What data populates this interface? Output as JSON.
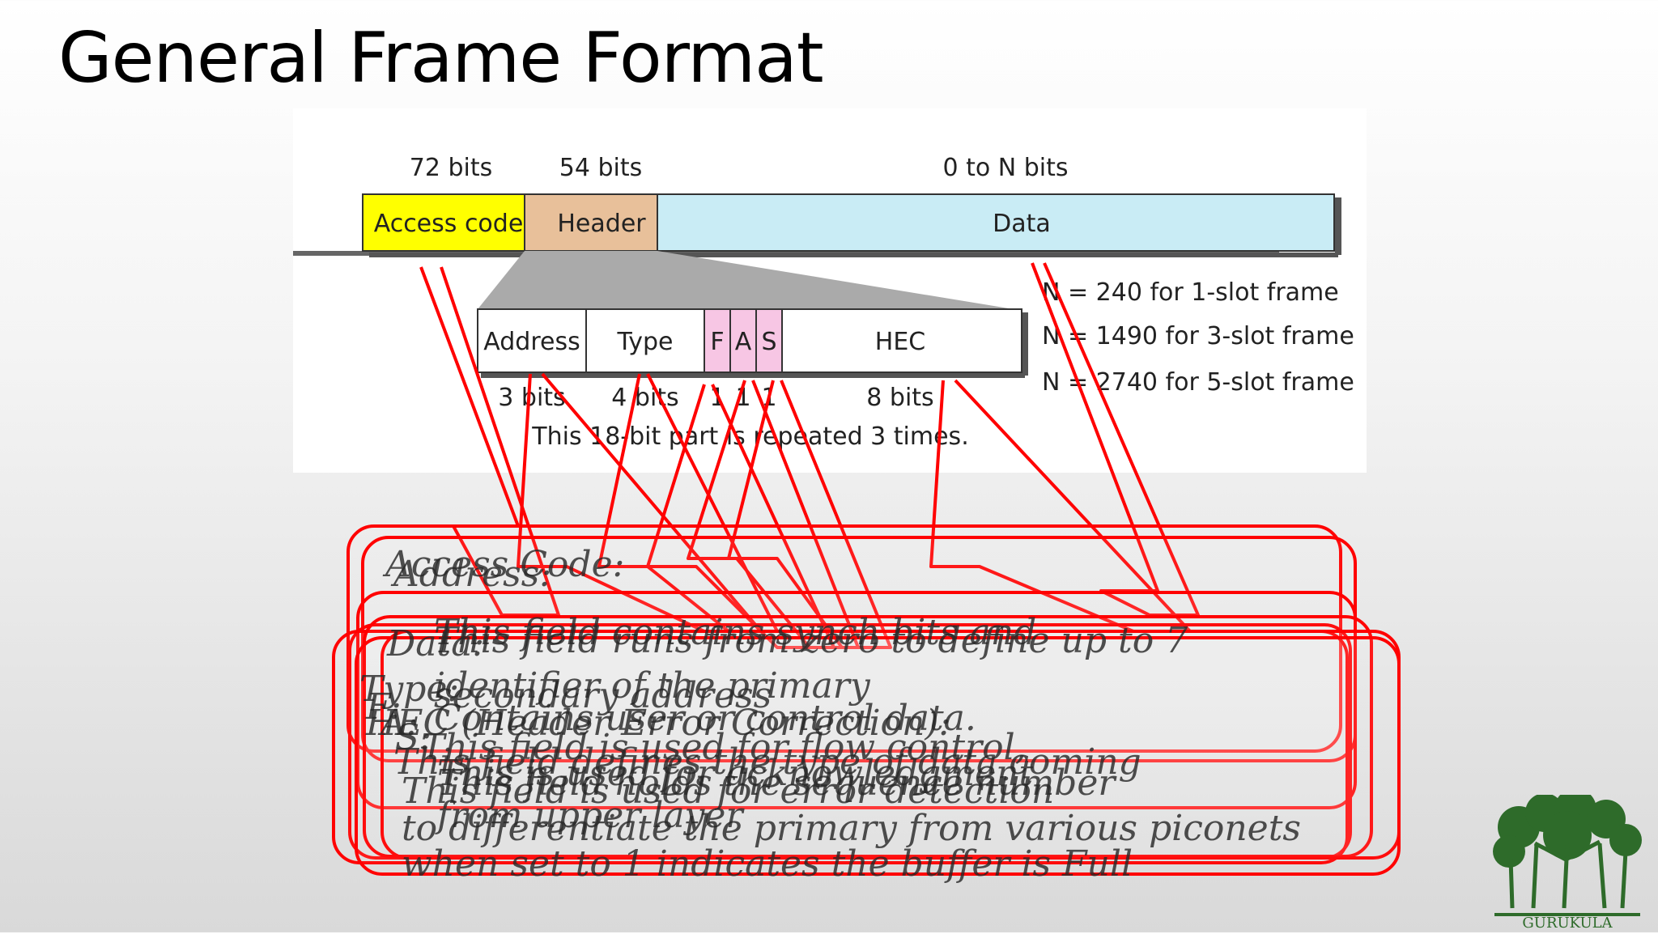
{
  "slide": {
    "title": "General Frame Format",
    "logo_text": "GURUKULA"
  },
  "figure": {
    "top_labels": [
      "72 bits",
      "54 bits",
      "0 to N bits"
    ],
    "top_fields": [
      "Access code",
      "Header",
      "Data"
    ],
    "header_fields": [
      "Address",
      "Type",
      "F",
      "A",
      "S",
      "HEC"
    ],
    "header_bits": [
      "3 bits",
      "4 bits",
      "1",
      "1",
      "1",
      "8 bits"
    ],
    "n_values": [
      "N = 240  for 1-slot frame",
      "N = 1490  for 3-slot frame",
      "N = 2740  for 5-slot frame"
    ],
    "repeat_note": "This 18-bit part is repeated 3 times.",
    "colors": {
      "access_code": "#ffff00",
      "header": "#e8c09a",
      "data": "#c9ecf5",
      "flag": "#f7c6e4"
    }
  },
  "callouts": [
    {
      "heading": "Access Code:",
      "lines": [
        "This field contains synch bits and",
        "identifier of the primary"
      ]
    },
    {
      "heading": "Address:",
      "lines": [
        "This field runs from zero to define up to 7",
        "secondary address"
      ]
    },
    {
      "heading": "Data:",
      "lines": [
        "Contains user or control data."
      ]
    },
    {
      "heading": "Type:",
      "lines": [
        "This field defines the type of data coming",
        "from upper layer"
      ]
    },
    {
      "heading": "F:",
      "lines": [
        "This field is used for flow control,",
        "when set to 1 indicates the buffer is Full"
      ]
    },
    {
      "heading": "A:",
      "lines": [
        "This is used for acknowledgment"
      ]
    },
    {
      "heading": "S:",
      "lines": [
        "This field holds the sequence number"
      ]
    },
    {
      "heading": "HEC (Header Error Correction):",
      "lines": [
        "This field is used for error detection",
        "to differentiate the primary from various piconets"
      ]
    }
  ]
}
